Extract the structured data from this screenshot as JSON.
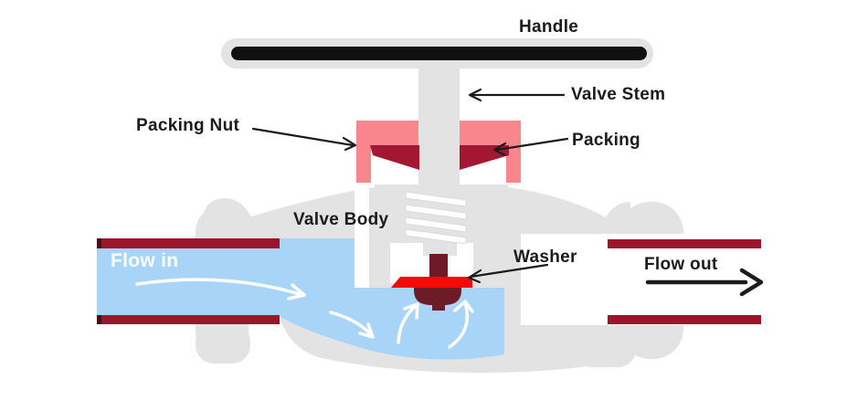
{
  "diagram": {
    "type": "globe-valve-cross-section",
    "labels": {
      "handle": "Handle",
      "valve_stem": "Valve Stem",
      "packing_nut": "Packing Nut",
      "packing": "Packing",
      "valve_body": "Valve Body",
      "washer": "Washer",
      "flow_in": "Flow in",
      "flow_out": "Flow out"
    },
    "colors": {
      "body-gray": "#e3e3e3",
      "handle-black": "#101010",
      "packing-pink": "#f9868c",
      "packing-red": "#a31732",
      "pipe-wall-red": "#9c152b",
      "wall-cap": "#4a0c18",
      "fluid-blue": "#a8d5f7",
      "washer-red": "#f50a06",
      "disc-maroon": "#6e1b28",
      "thread-line": "#d9d9d9",
      "label-text": "#1b1b1b",
      "flow-in-text": "#ffffff"
    }
  }
}
